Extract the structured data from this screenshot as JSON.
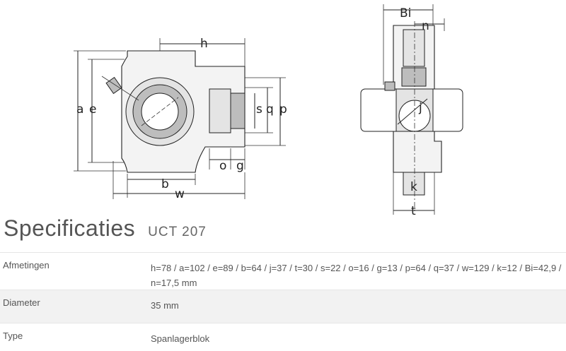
{
  "drawing": {
    "labels": {
      "h": "h",
      "a": "a",
      "e": "e",
      "s": "s",
      "q": "q",
      "p": "p",
      "o": "o",
      "g": "g",
      "b": "b",
      "w": "w",
      "Bi": "Bi",
      "n": "n",
      "j": "j",
      "k": "k",
      "t": "t"
    }
  },
  "specs": {
    "title": "Specificaties",
    "model": "UCT 207",
    "rows": [
      {
        "label": "Afmetingen",
        "value": "h=78 / a=102 / e=89 / b=64 / j=37 / t=30 / s=22 / o=16 / g=13 / p=64 / q=37 / w=129 / k=12 / Bi=42,9 / n=17,5 mm"
      },
      {
        "label": "Diameter",
        "value": "35 mm"
      },
      {
        "label": "Type",
        "value": "Spanlagerblok"
      }
    ]
  }
}
